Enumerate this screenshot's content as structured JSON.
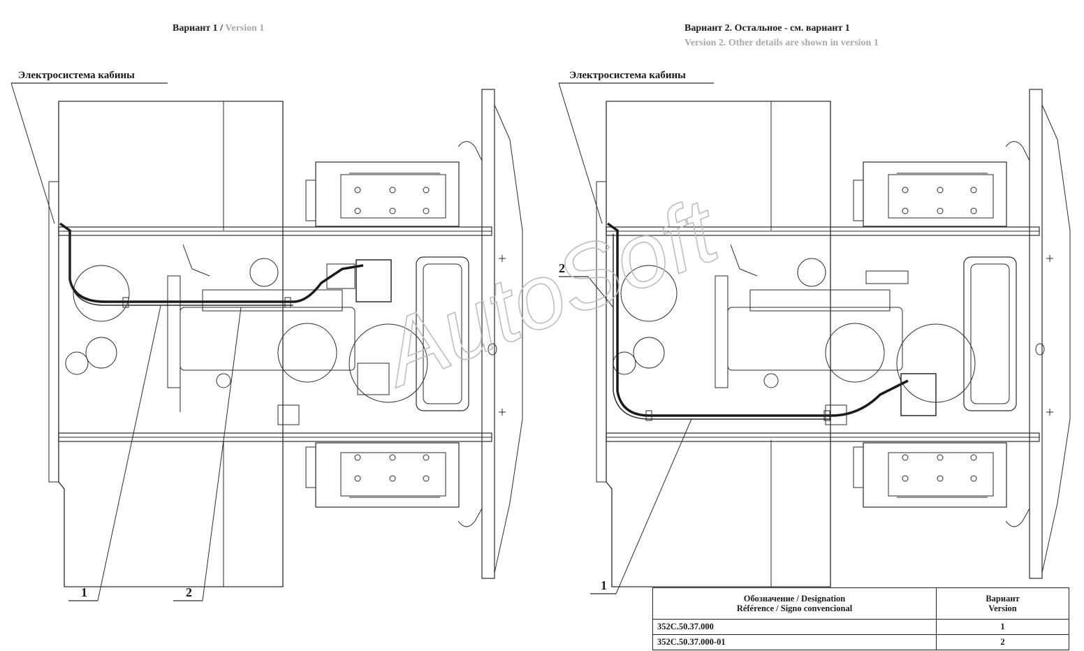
{
  "header": {
    "left_title_ru": "Вариант 1 /",
    "left_title_en": "Version 1",
    "right_title_ru": "Вариант 2. Остальное - см. вариант 1",
    "right_title_en": "Version 2. Other details are shown in version 1"
  },
  "callouts": {
    "left_cab_label": "Электросистема кабины",
    "right_cab_label": "Электросистема кабины"
  },
  "item_numbers": {
    "left_1": "1",
    "left_2": "2",
    "right_1": "1",
    "right_2": "2"
  },
  "watermark": {
    "text": "AutoSoft",
    "color": "#c8c8c8"
  },
  "spec_table": {
    "col1_header_line1": "Обозначение / Designation",
    "col1_header_line2": "Référence / Signo convencional",
    "col2_header_line1": "Вариант",
    "col2_header_line2": "Version",
    "rows": [
      {
        "designation": "352С.50.37.000",
        "version": "1"
      },
      {
        "designation": "352С.50.37.000-01",
        "version": "2"
      }
    ]
  }
}
